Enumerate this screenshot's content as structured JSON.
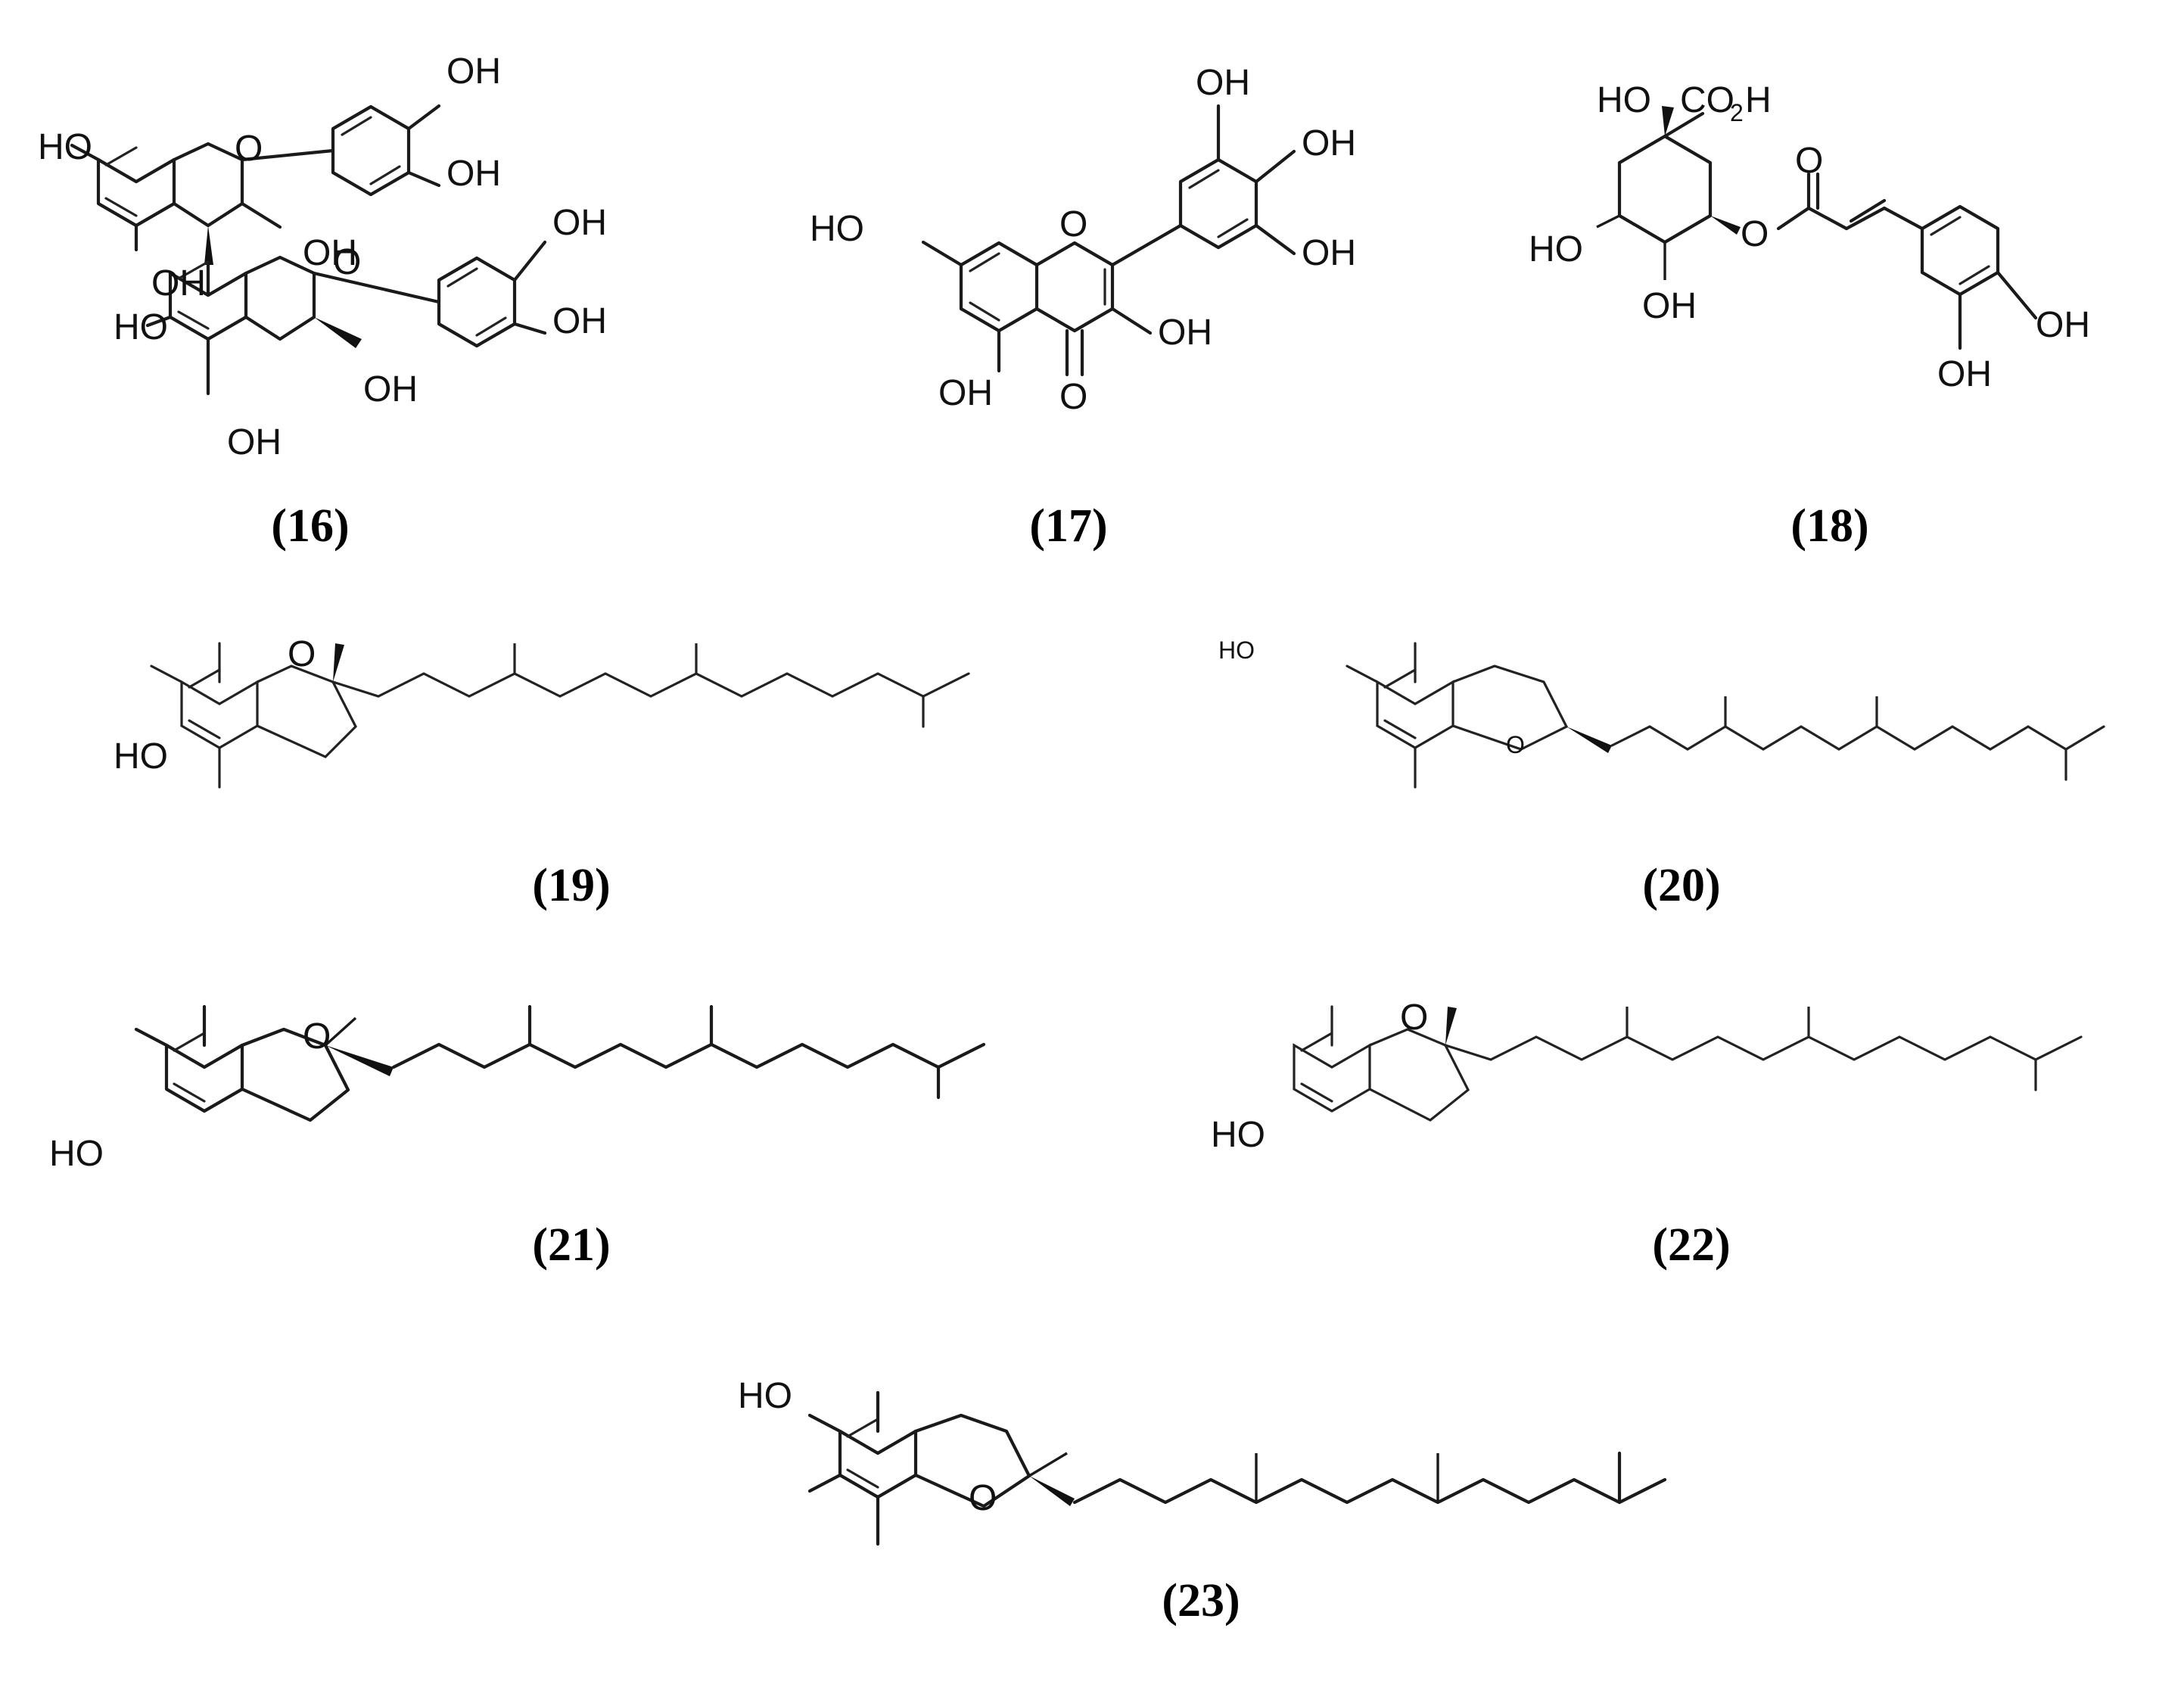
{
  "compounds": [
    {
      "id": "16",
      "label": "(16)"
    },
    {
      "id": "17",
      "label": "(17)"
    },
    {
      "id": "18",
      "label": "(18)"
    },
    {
      "id": "19",
      "label": "(19)"
    },
    {
      "id": "20",
      "label": "(20)"
    },
    {
      "id": "21",
      "label": "(21)"
    },
    {
      "id": "22",
      "label": "(22)"
    },
    {
      "id": "23",
      "label": "(23)"
    }
  ],
  "atoms": {
    "oh": "OH",
    "ho": "HO",
    "o": "O",
    "co2h_main": "CO",
    "co2h_sub": "2",
    "co2h_h": "H"
  }
}
